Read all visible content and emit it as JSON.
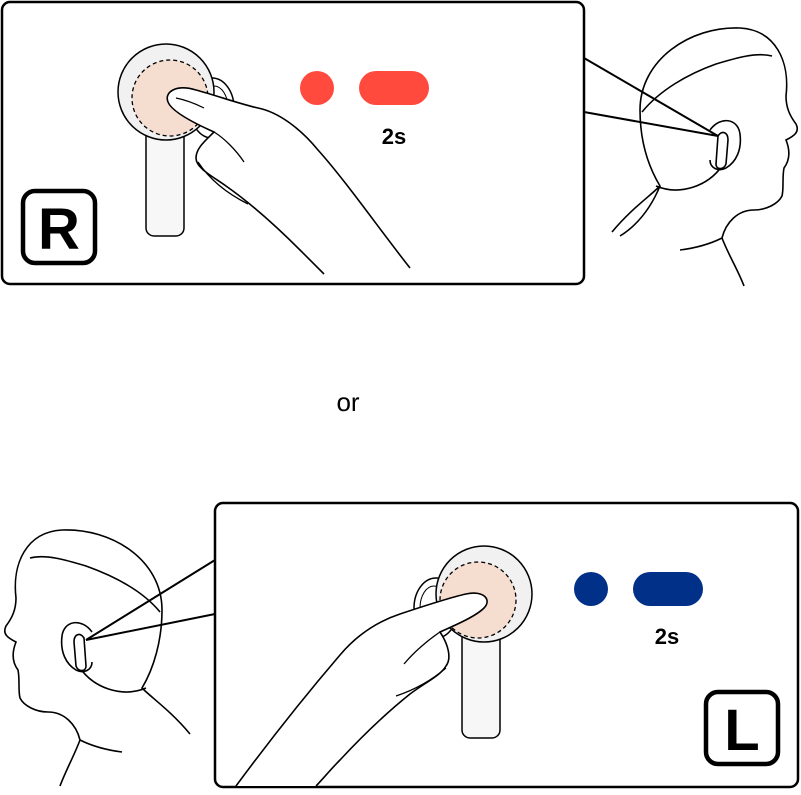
{
  "panels": [
    {
      "side_letter": "R",
      "duration": "2s",
      "indicator_color": "#ff4a3d",
      "touch_area_color": "#f5ddd0"
    },
    {
      "side_letter": "L",
      "duration": "2s",
      "indicator_color": "#003087",
      "touch_area_color": "#f5ddd0"
    }
  ],
  "separator": "or",
  "icons": [
    "right-earbud-icon",
    "left-earbud-icon",
    "finger-touch-icon",
    "head-profile-icon"
  ]
}
